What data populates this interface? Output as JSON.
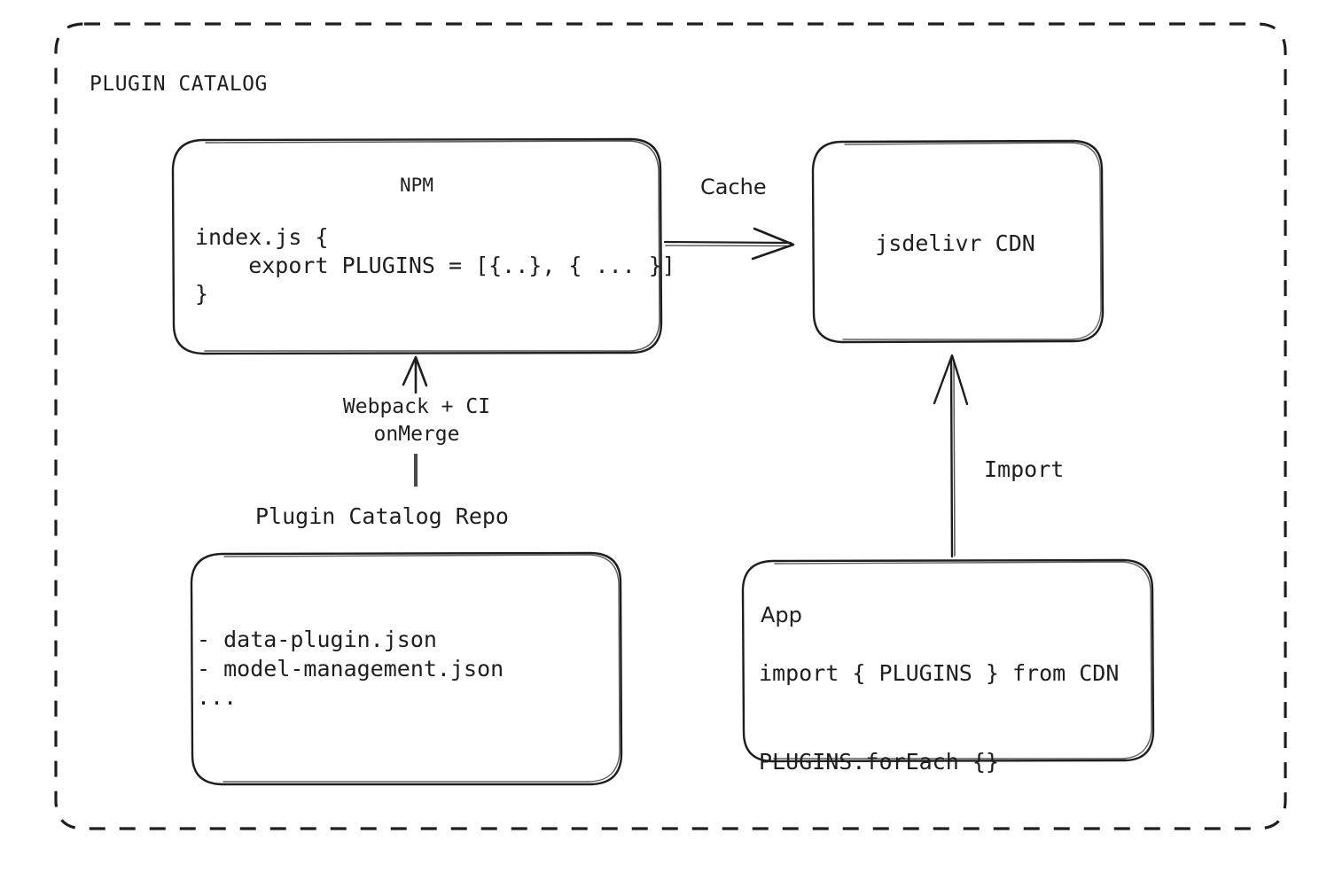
{
  "diagram": {
    "container": {
      "label": "PLUGIN CATALOG",
      "border_style": "dashed",
      "stroke_color": "#1e1e1e",
      "background": "#ffffff"
    },
    "nodes": [
      {
        "id": "npm",
        "title": "NPM",
        "code": "index.js {\n    export PLUGINS = [{..}, { ... }]\n}"
      },
      {
        "id": "cdn",
        "title": "jsdelivr CDN"
      },
      {
        "id": "repo",
        "caption": "Plugin Catalog Repo",
        "lines": "- data-plugin.json\n- model-management.json\n..."
      },
      {
        "id": "app",
        "title": "App",
        "code": "import { PLUGINS } from CDN\n\nPLUGINS.forEach {}"
      }
    ],
    "edges": [
      {
        "id": "npm-to-cdn",
        "label": "Cache",
        "from": "npm",
        "to": "cdn",
        "direction": "right"
      },
      {
        "id": "repo-to-npm",
        "label": "Webpack + CI\nonMerge",
        "from": "repo",
        "to": "npm",
        "direction": "up"
      },
      {
        "id": "app-to-cdn",
        "label": "Import",
        "from": "app",
        "to": "cdn",
        "direction": "up"
      }
    ]
  }
}
